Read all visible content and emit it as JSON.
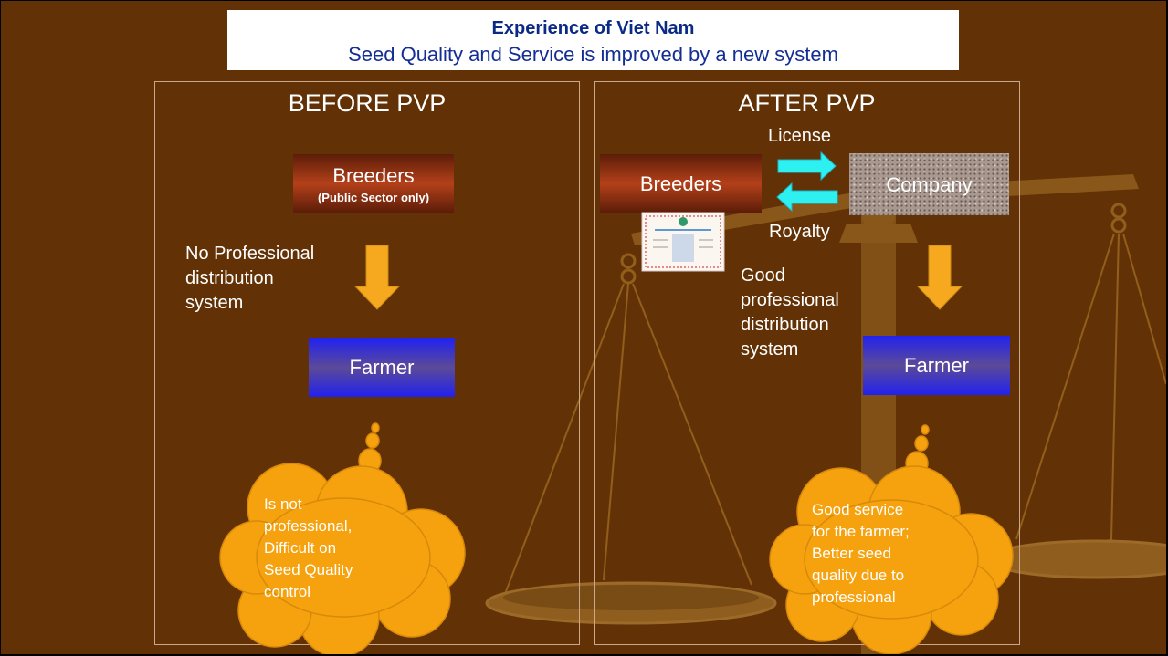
{
  "title": {
    "main": "Experience of Viet Nam",
    "sub": "Seed Quality and Service is improved by a new system"
  },
  "before": {
    "heading": "BEFORE PVP",
    "breeders": "Breeders",
    "breeders_note": "(Public Sector only)",
    "distribution_lines": [
      "No Professional",
      "distribution",
      "system"
    ],
    "farmer": "Farmer",
    "cloud_lines": [
      "Is not",
      "professional,",
      "Difficult on",
      "Seed Quality",
      "control"
    ]
  },
  "after": {
    "heading": "AFTER PVP",
    "license": "License",
    "royalty": "Royalty",
    "breeders": "Breeders",
    "company": "Company",
    "distribution_lines": [
      "Good",
      "professional",
      "distribution",
      "system"
    ],
    "farmer": "Farmer",
    "cloud_lines": [
      "Good service",
      "for the farmer;",
      "Better seed",
      "quality due to",
      "professional"
    ]
  },
  "colors": {
    "background": "#633106",
    "title_text": "#0b2a86",
    "arrow_orange": "#f6a81f",
    "arrow_cyan": "#2ff0f0",
    "cloud_fill": "#f5a20e",
    "farmer_blue": "#2222ee",
    "breeders_red": "#b3401a"
  },
  "icons": [
    "certificate-icon",
    "balance-scale-icon"
  ]
}
